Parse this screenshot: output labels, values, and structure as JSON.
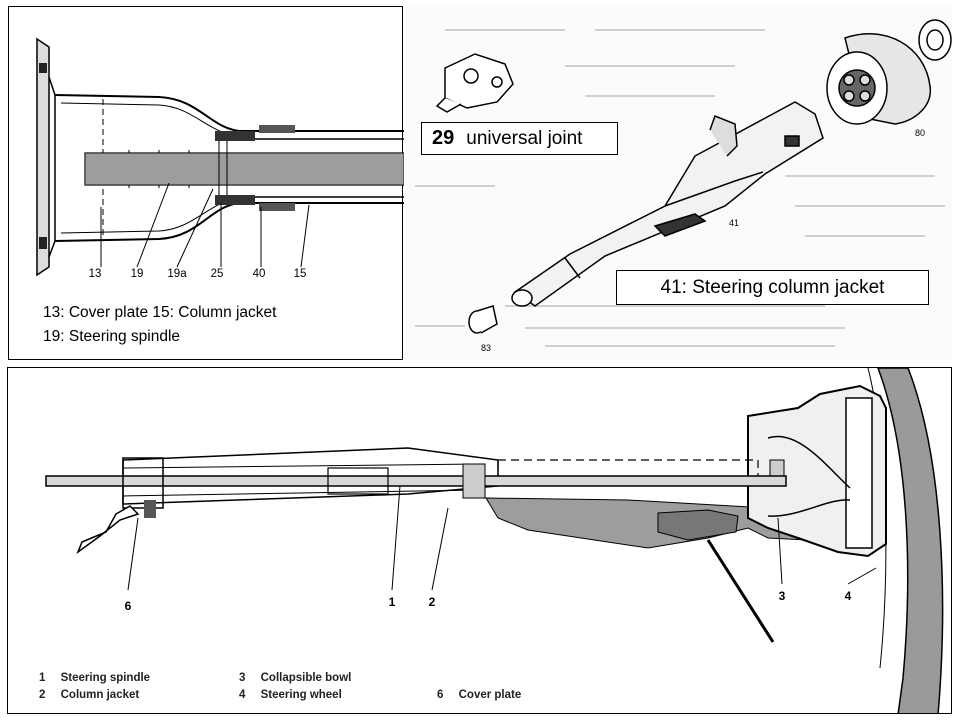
{
  "panel_a": {
    "callouts": [
      "13",
      "19",
      "19a",
      "25",
      "40",
      "15"
    ],
    "caption_line1": "13: Cover plate  15: Column jacket",
    "caption_line2": "19: Steering spindle"
  },
  "panel_b": {
    "ujoint_number": "29",
    "ujoint_text": "universal joint",
    "callout_80": "80",
    "callout_41": "41",
    "callout_83": "83",
    "jacket_label": "41: Steering column jacket"
  },
  "panel_c": {
    "callouts": [
      "6",
      "1",
      "2",
      "3",
      "4"
    ],
    "legend": [
      {
        "num": "1",
        "text": "Steering spindle"
      },
      {
        "num": "2",
        "text": "Column jacket"
      },
      {
        "num": "3",
        "text": "Collapsible bowl"
      },
      {
        "num": "4",
        "text": "Steering wheel"
      },
      {
        "num": "6",
        "text": "Cover plate"
      }
    ]
  }
}
